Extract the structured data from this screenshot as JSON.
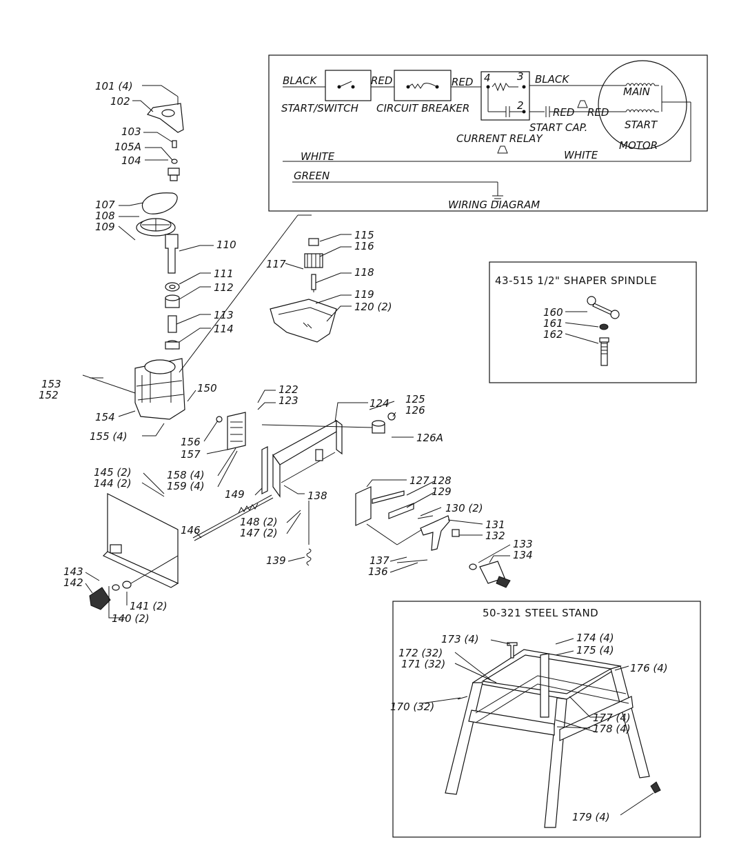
{
  "wiring": {
    "black_left": "BLACK",
    "red_1": "RED",
    "red_2": "RED",
    "terminal_4": "4",
    "terminal_3": "3",
    "terminal_2": "2",
    "black_right": "BLACK",
    "main": "MAIN",
    "start_switch": "START/SWITCH",
    "circuit_breaker": "CIRCUIT BREAKER",
    "red_3": "RED",
    "red_4": "RED",
    "start_winding": "START",
    "start_cap": "START CAP.",
    "current_relay": "CURRENT RELAY",
    "motor": "MOTOR",
    "white_left": "WHITE",
    "white_right": "WHITE",
    "green": "GREEN",
    "title": "WIRING DIAGRAM"
  },
  "spindle_kit": {
    "title": "43-515 1/2\" SHAPER SPINDLE",
    "parts": [
      "160",
      "161",
      "162"
    ]
  },
  "stand_kit": {
    "title": "50-321 STEEL STAND",
    "parts": [
      "173 (4)",
      "174 (4)",
      "175 (4)",
      "172 (32)",
      "171 (32)",
      "176 (4)",
      "170 (32)",
      "177 (4)",
      "178 (4)",
      "179 (4)"
    ]
  },
  "callouts": {
    "p101": "101 (4)",
    "p102": "102",
    "p103": "103",
    "p105a": "105A",
    "p104": "104",
    "p107": "107",
    "p108": "108",
    "p109": "109",
    "p110": "110",
    "p111": "111",
    "p112": "112",
    "p113": "113",
    "p114": "114",
    "p115": "115",
    "p116": "116",
    "p117": "117",
    "p118": "118",
    "p119": "119",
    "p120": "120 (2)",
    "p153": "153",
    "p152": "152",
    "p150": "150",
    "p154": "154",
    "p155": "155 (4)",
    "p122": "122",
    "p123": "123",
    "p124": "124",
    "p125": "125",
    "p126": "126",
    "p126a": "126A",
    "p156": "156",
    "p157": "157",
    "p158": "158 (4)",
    "p159": "159 (4)",
    "p145": "145 (2)",
    "p144": "144 (2)",
    "p149": "149",
    "p138": "138",
    "p127": "127",
    "p128": "128",
    "p129": "129",
    "p130": "130 (2)",
    "p131": "131",
    "p132": "132",
    "p146": "146",
    "p148": "148 (2)",
    "p147": "147 (2)",
    "p133": "133",
    "p134": "134",
    "p139": "139",
    "p137": "137",
    "p136": "136",
    "p143": "143",
    "p142": "142",
    "p141": "141 (2)",
    "p140": "140 (2)"
  }
}
